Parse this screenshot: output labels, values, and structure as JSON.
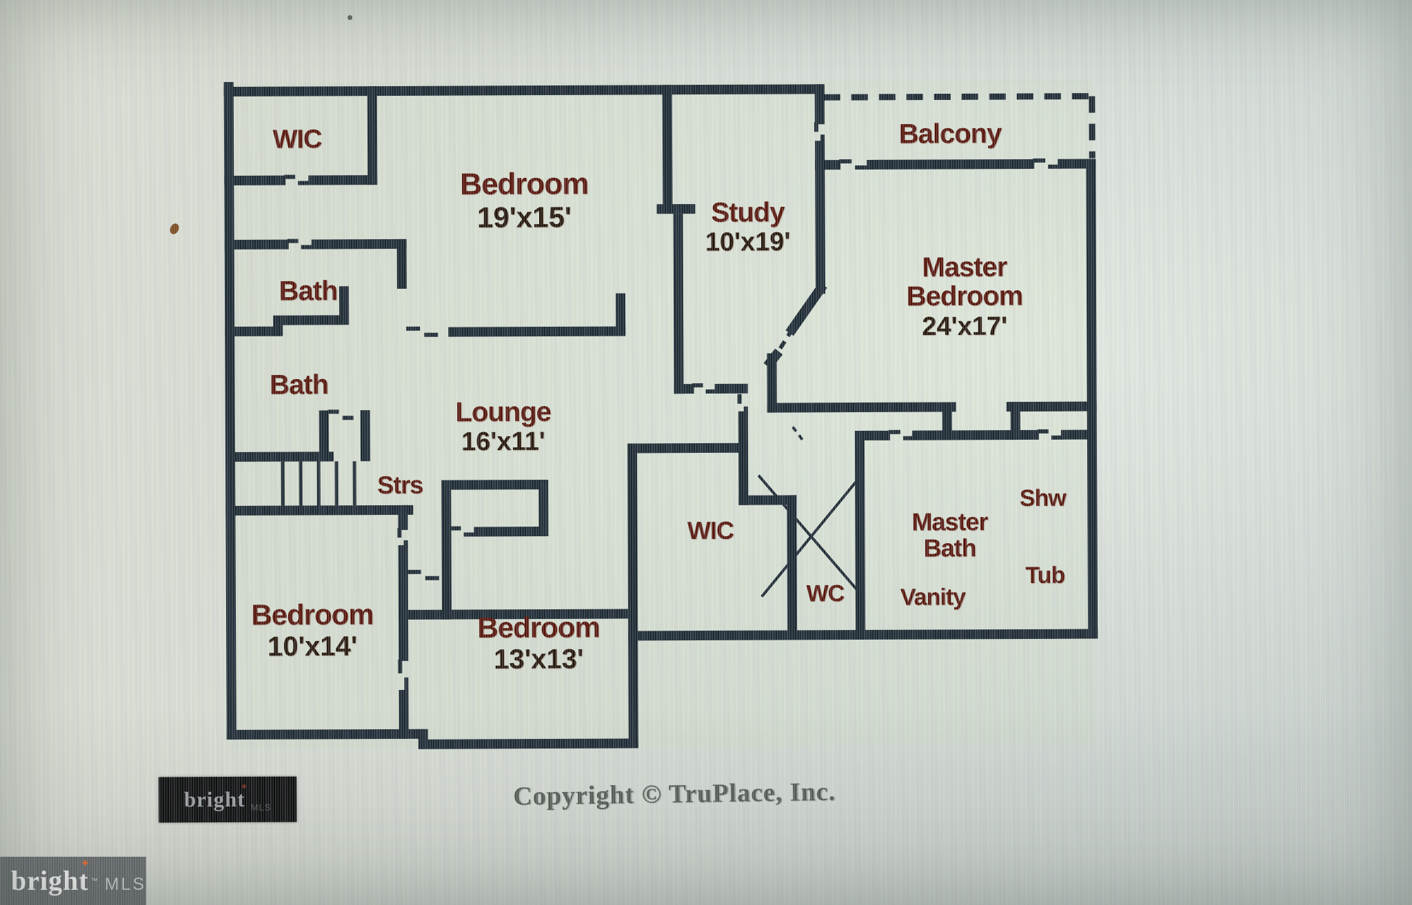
{
  "photo": {
    "rooms": [
      {
        "id": "wic-upper",
        "name": "WIC",
        "dims": ""
      },
      {
        "id": "bedroom-19x15",
        "name": "Bedroom",
        "dims": "19'x15'"
      },
      {
        "id": "study",
        "name": "Study",
        "dims": "10'x19'"
      },
      {
        "id": "balcony",
        "name": "Balcony",
        "dims": ""
      },
      {
        "id": "master-bedroom",
        "name": "Master Bedroom",
        "dims": "24'x17'"
      },
      {
        "id": "bath-upper",
        "name": "Bath",
        "dims": ""
      },
      {
        "id": "bath-lower",
        "name": "Bath",
        "dims": ""
      },
      {
        "id": "lounge",
        "name": "Lounge",
        "dims": "16'x11'"
      },
      {
        "id": "stairs",
        "name": "Strs",
        "dims": ""
      },
      {
        "id": "bedroom-10x14",
        "name": "Bedroom",
        "dims": "10'x14'"
      },
      {
        "id": "bedroom-13x13",
        "name": "Bedroom",
        "dims": "13'x13'"
      },
      {
        "id": "wic-central",
        "name": "WIC",
        "dims": ""
      },
      {
        "id": "wc",
        "name": "WC",
        "dims": ""
      },
      {
        "id": "master-bath",
        "name": "Master Bath",
        "dims": ""
      },
      {
        "id": "shower",
        "name": "Shw",
        "dims": ""
      },
      {
        "id": "tub",
        "name": "Tub",
        "dims": ""
      },
      {
        "id": "vanity",
        "name": "Vanity",
        "dims": ""
      }
    ],
    "copyright": "Copyright © TruPlace, Inc.",
    "watermark": {
      "brand": "bright",
      "suffix": "MLS"
    },
    "footer_logo": {
      "brand": "bright",
      "suffix": "MLS",
      "tm": "™"
    },
    "colors": {
      "wall": "#1b2832",
      "room_label": "#55130a",
      "dims_label": "#221409",
      "background": "#d5dad3",
      "logo_orange": "#e8632c",
      "logo_box_gray": "#63676a",
      "watermark_black": "#0a0b0c"
    }
  }
}
